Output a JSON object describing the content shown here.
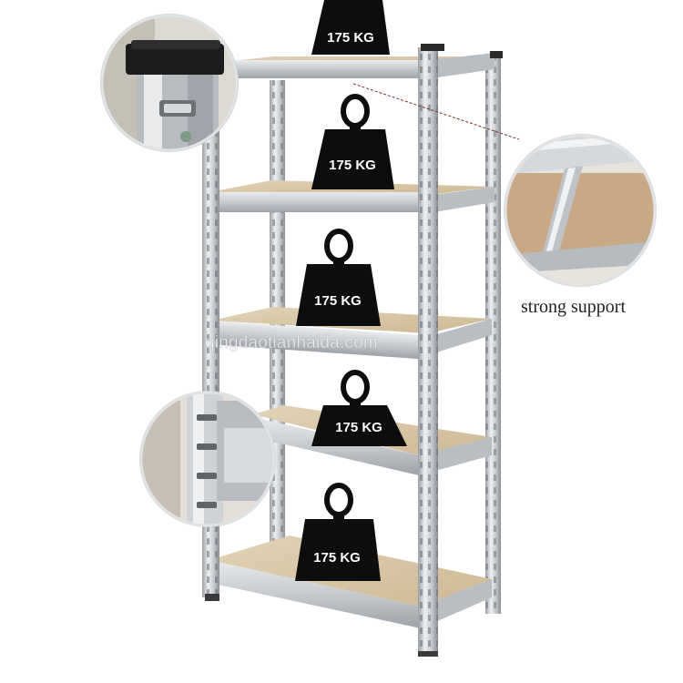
{
  "weights": [
    {
      "label": "175 KG"
    },
    {
      "label": "175 KG"
    },
    {
      "label": "175 KG"
    },
    {
      "label": "175 KG"
    },
    {
      "label": "175 KG"
    }
  ],
  "callout_caption": "strong support",
  "watermark": "qingdaotianhaida.com",
  "colors": {
    "steel": "#c9ccd0",
    "steel_dark": "#8d9298",
    "board": "#d9c7a8",
    "weight": "#0d0d0d"
  }
}
